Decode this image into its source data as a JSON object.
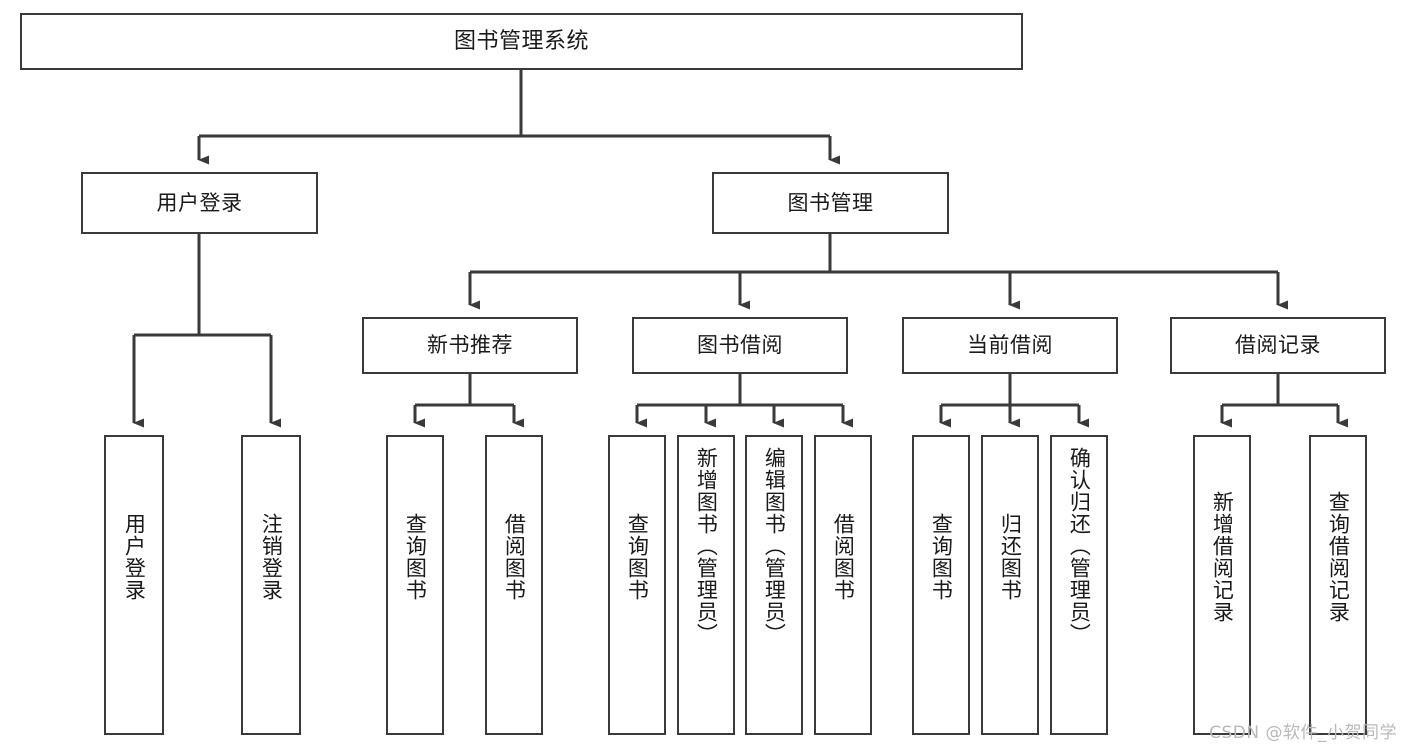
{
  "diagram": {
    "type": "tree-hierarchy",
    "title": "图书管理系统",
    "orientation": "top-down",
    "watermark": "CSDN @软件_小贺同学",
    "colors": {
      "background": "#ffffff",
      "box_border": "#3a3a3a",
      "box_fill": "#ffffff",
      "connector": "#3a3a3a",
      "text": "#1a1a1a",
      "watermark": "#b9b9b9"
    },
    "nodes": {
      "root": {
        "label": "图书管理系统",
        "level": 1
      },
      "login": {
        "label": "用户登录",
        "level": 2
      },
      "book_manage": {
        "label": "图书管理",
        "level": 2
      },
      "new_book_rec": {
        "label": "新书推荐",
        "level": 3
      },
      "book_borrow": {
        "label": "图书借阅",
        "level": 3
      },
      "current_borrow": {
        "label": "当前借阅",
        "level": 3
      },
      "borrow_record": {
        "label": "借阅记录",
        "level": 3
      },
      "leaf_user_login": {
        "label": "用户登录",
        "level": 4
      },
      "leaf_logout": {
        "label": "注销登录",
        "level": 4
      },
      "leaf_query_book_1": {
        "label": "查询图书",
        "level": 4
      },
      "leaf_borrow_book_1": {
        "label": "借阅图书",
        "level": 4
      },
      "leaf_query_book_2": {
        "label": "查询图书",
        "level": 4
      },
      "leaf_add_book": {
        "label": "新增图书（管理员）",
        "level": 4
      },
      "leaf_edit_book": {
        "label": "编辑图书（管理员）",
        "level": 4
      },
      "leaf_borrow_book_2": {
        "label": "借阅图书",
        "level": 4
      },
      "leaf_query_book_3": {
        "label": "查询图书",
        "level": 4
      },
      "leaf_return_book": {
        "label": "归还图书",
        "level": 4
      },
      "leaf_confirm_return": {
        "label": "确认归还（管理员）",
        "level": 4
      },
      "leaf_add_record": {
        "label": "新增借阅记录",
        "level": 4
      },
      "leaf_query_record": {
        "label": "查询借阅记录",
        "level": 4
      }
    },
    "edges": [
      {
        "from": "root",
        "to": "login"
      },
      {
        "from": "root",
        "to": "book_manage"
      },
      {
        "from": "login",
        "to": "leaf_user_login"
      },
      {
        "from": "login",
        "to": "leaf_logout"
      },
      {
        "from": "book_manage",
        "to": "new_book_rec"
      },
      {
        "from": "book_manage",
        "to": "book_borrow"
      },
      {
        "from": "book_manage",
        "to": "current_borrow"
      },
      {
        "from": "book_manage",
        "to": "borrow_record"
      },
      {
        "from": "new_book_rec",
        "to": "leaf_query_book_1"
      },
      {
        "from": "new_book_rec",
        "to": "leaf_borrow_book_1"
      },
      {
        "from": "book_borrow",
        "to": "leaf_query_book_2"
      },
      {
        "from": "book_borrow",
        "to": "leaf_add_book"
      },
      {
        "from": "book_borrow",
        "to": "leaf_edit_book"
      },
      {
        "from": "book_borrow",
        "to": "leaf_borrow_book_2"
      },
      {
        "from": "current_borrow",
        "to": "leaf_query_book_3"
      },
      {
        "from": "current_borrow",
        "to": "leaf_return_book"
      },
      {
        "from": "current_borrow",
        "to": "leaf_confirm_return"
      },
      {
        "from": "borrow_record",
        "to": "leaf_add_record"
      },
      {
        "from": "borrow_record",
        "to": "leaf_query_record"
      }
    ]
  }
}
